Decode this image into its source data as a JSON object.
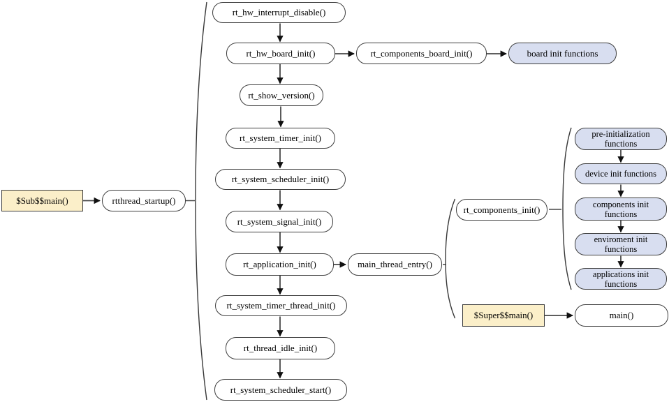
{
  "colors": {
    "background": "#ffffff",
    "tan_fill": "#fbefc9",
    "blue_fill": "#d8def0",
    "box_fill": "#ffffff",
    "border": "#3d3d3d",
    "arrow": "#474747",
    "arrowhead": "#101010",
    "brace": "#383838"
  },
  "nodes": {
    "sub_main": {
      "label": "$Sub$$main()"
    },
    "rtthread_startup": {
      "label": "rtthread_startup()"
    },
    "rt_hw_interrupt_disable": {
      "label": "rt_hw_interrupt_disable()"
    },
    "rt_hw_board_init": {
      "label": "rt_hw_board_init()"
    },
    "rt_components_board_init": {
      "label": "rt_components_board_init()"
    },
    "board_init_functions": {
      "label": "board init functions"
    },
    "rt_show_version": {
      "label": "rt_show_version()"
    },
    "rt_system_timer_init": {
      "label": "rt_system_timer_init()"
    },
    "rt_system_scheduler_init": {
      "label": "rt_system_scheduler_init()"
    },
    "rt_system_signal_init": {
      "label": "rt_system_signal_init()"
    },
    "rt_application_init": {
      "label": "rt_application_init()"
    },
    "main_thread_entry": {
      "label": "main_thread_entry()"
    },
    "rt_system_timer_thread_init": {
      "label": "rt_system_timer_thread_init()"
    },
    "rt_thread_idle_init": {
      "label": "rt_thread_idle_init()"
    },
    "rt_system_scheduler_start": {
      "label": "rt_system_scheduler_start()"
    },
    "rt_components_init": {
      "label": "rt_components_init()"
    },
    "pre_initialization_functions": {
      "label": "pre-initialization functions"
    },
    "device_init_functions": {
      "label": "device init functions"
    },
    "components_init_functions": {
      "label": "components init functions"
    },
    "enviroment_init_functions": {
      "label": "enviroment init functions"
    },
    "applications_init_functions": {
      "label": "applications init functions"
    },
    "super_main": {
      "label": "$Super$$main()"
    },
    "main": {
      "label": "main()"
    }
  }
}
